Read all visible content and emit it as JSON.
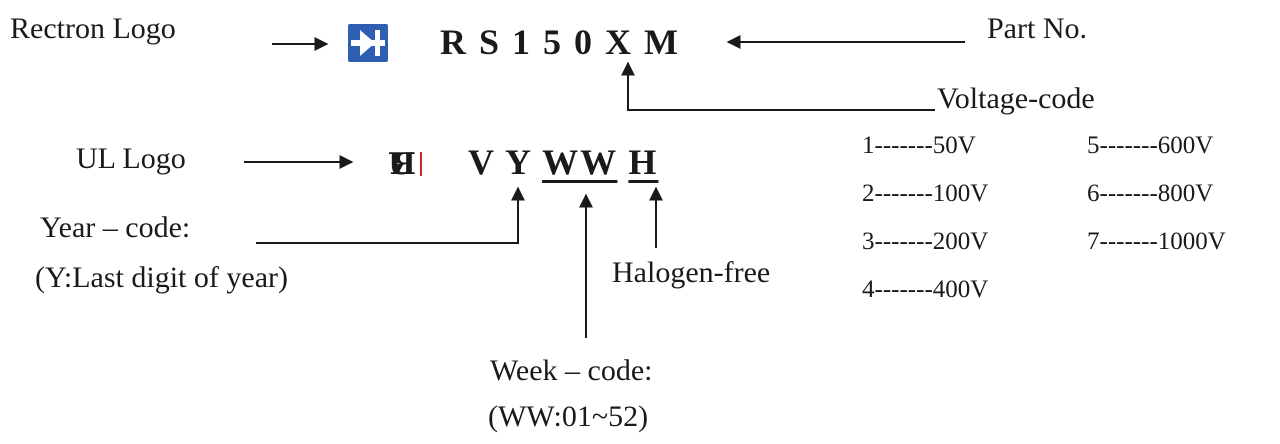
{
  "labels": {
    "rectron_logo": "Rectron Logo",
    "part_no": "Part No.",
    "voltage_code": "Voltage-code",
    "ul_logo": "UL Logo",
    "year_code_line1": "Year – code:",
    "year_code_line2": "(Y:Last digit of year)",
    "halogen_free": "Halogen-free",
    "week_code_line1": "Week – code:",
    "week_code_line2": "(WW:01~52)"
  },
  "part_number": {
    "chars": [
      "R",
      "S",
      "1",
      "5",
      "0",
      "X",
      "M"
    ]
  },
  "marking_code": {
    "v": "V",
    "y": "Y",
    "ww": "WW",
    "h": "H"
  },
  "voltage_table": {
    "col1": [
      "1-------50V",
      "2-------100V",
      "3-------200V",
      "4-------400V"
    ],
    "col2": [
      "5-------600V",
      "6-------800V",
      "7-------1000V"
    ]
  },
  "colors": {
    "rectron_logo_bg": "#2f5fb3",
    "ul_logo_red": "#c0282d",
    "ink": "#1a1a1a"
  },
  "icons": {
    "rectron": "diode-logo-icon",
    "ul": "ul-recognized-logo-icon"
  }
}
